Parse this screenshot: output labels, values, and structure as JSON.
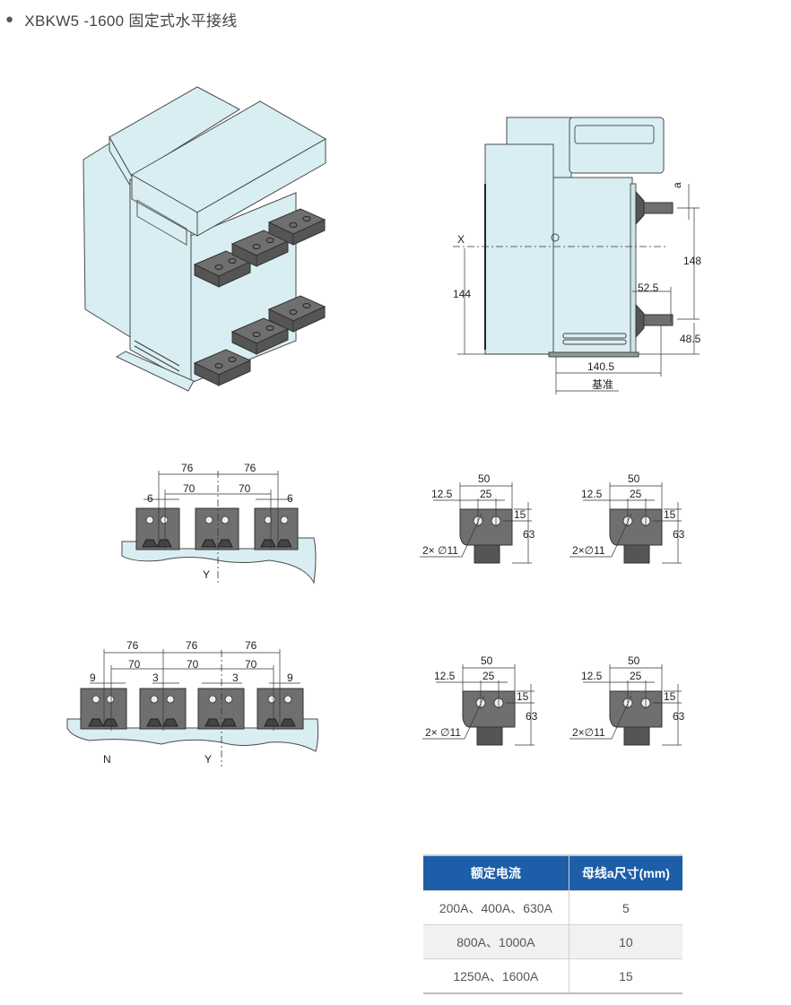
{
  "title": {
    "bullet": "●",
    "text": "XBKW5 -1600 固定式水平接线"
  },
  "side_view": {
    "x_label": "X",
    "a_label": "a",
    "dim_144": "144",
    "dim_148": "148",
    "dim_52_5": "52.5",
    "dim_48_5": "48.5",
    "dim_140_5": "140.5",
    "datum": "基准"
  },
  "front_3pole": {
    "pitch_76": [
      "76",
      "76"
    ],
    "pitch_70": [
      "70",
      "70"
    ],
    "offset": [
      "6",
      "6"
    ],
    "axis": "Y"
  },
  "front_4pole": {
    "pitch_76": [
      "76",
      "76",
      "76"
    ],
    "pitch_70": [
      "70",
      "70",
      "70"
    ],
    "offset": [
      "9",
      "3",
      "3",
      "9"
    ],
    "neutral": "N",
    "axis": "Y"
  },
  "terminal_details": [
    {
      "width": "50",
      "edge": "12.5",
      "pitch": "25",
      "hole_offset": "15",
      "height": "63",
      "holes": "2× ∅11"
    },
    {
      "width": "50",
      "edge": "12.5",
      "pitch": "25",
      "hole_offset": "15",
      "height": "63",
      "holes": "2×∅11"
    },
    {
      "width": "50",
      "edge": "12.5",
      "pitch": "25",
      "hole_offset": "15",
      "height": "63",
      "holes": "2× ∅11"
    },
    {
      "width": "50",
      "edge": "12.5",
      "pitch": "25",
      "hole_offset": "15",
      "height": "63",
      "holes": "2×∅11"
    }
  ],
  "table": {
    "headers": [
      "额定电流",
      "母线a尺寸(mm)"
    ],
    "rows": [
      [
        "200A、400A、630A",
        "5"
      ],
      [
        "800A、1000A",
        "10"
      ],
      [
        "1250A、1600A",
        "15"
      ]
    ],
    "header_color": "#1d5ea8"
  }
}
